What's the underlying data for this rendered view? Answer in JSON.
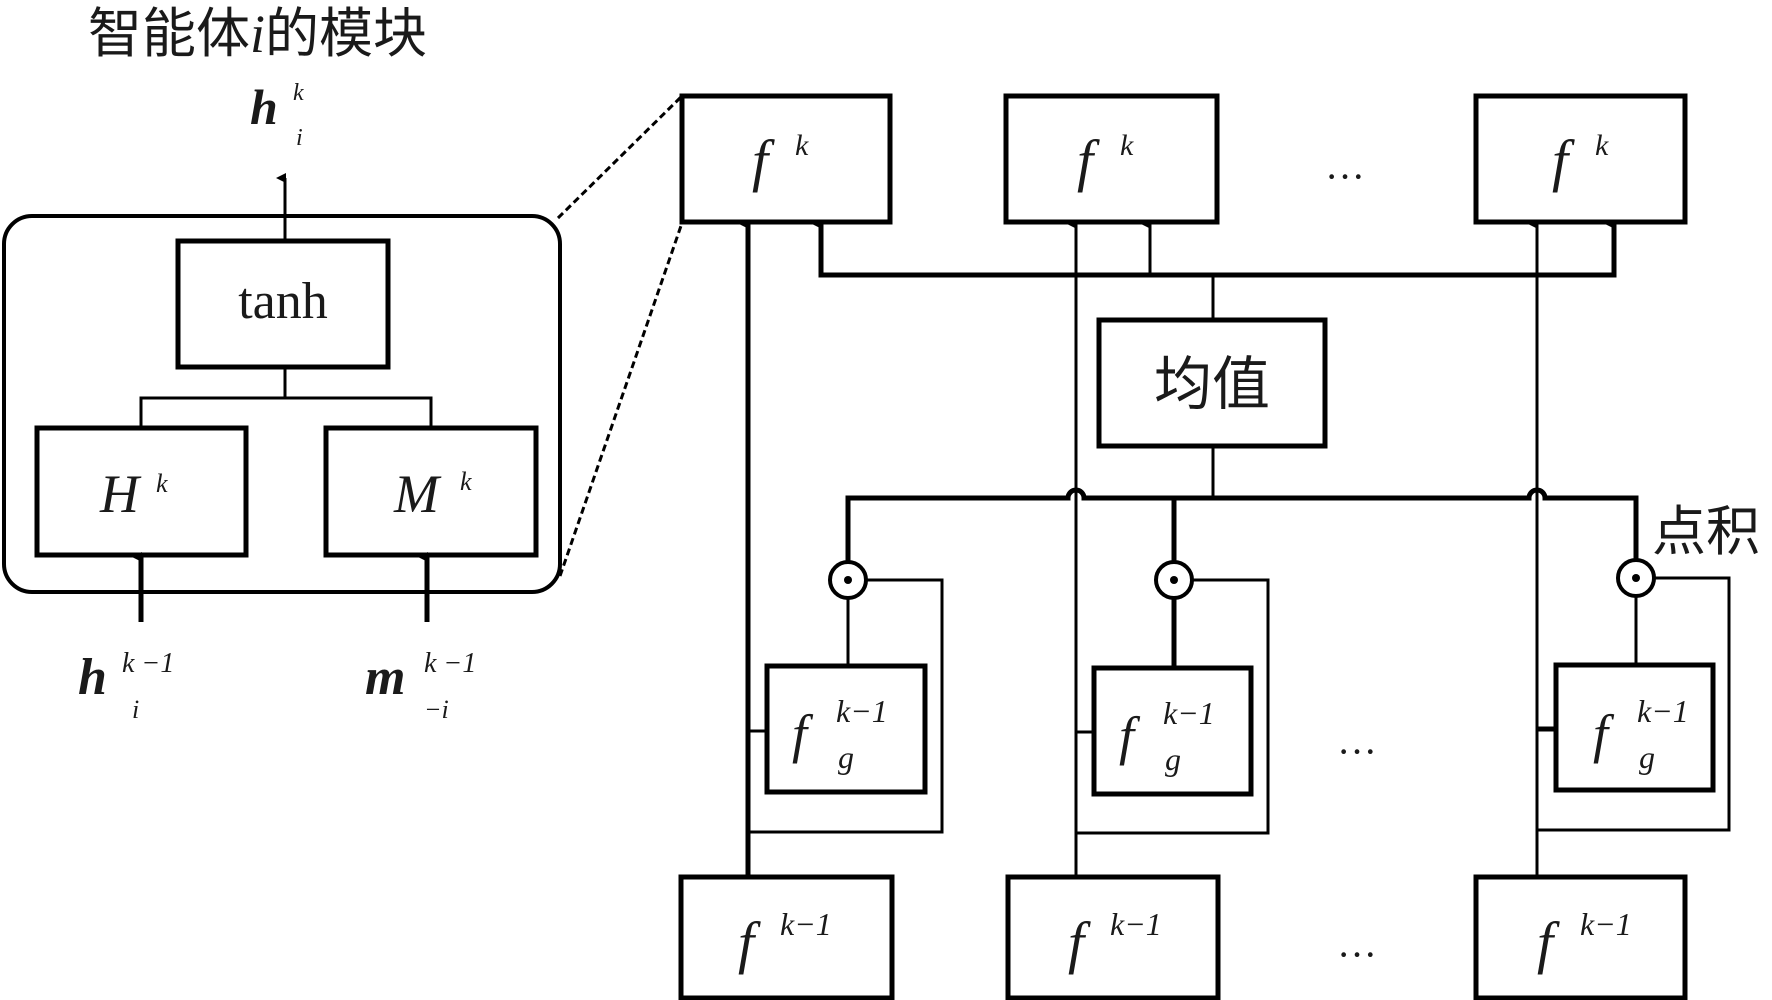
{
  "module": {
    "title_pre": "智能体",
    "title_var": "i",
    "title_post": "的模块",
    "output_label": {
      "base": "h",
      "sup": "k",
      "sub": "i"
    },
    "tanh_label": "tanh",
    "H_label": {
      "base": "H",
      "sup": "k"
    },
    "M_label": {
      "base": "M",
      "sup": "k"
    },
    "input_h": {
      "base": "h",
      "sup": "k −1",
      "sub": "i"
    },
    "input_m": {
      "base": "m",
      "sup": "k  −1",
      "sub": "−i"
    }
  },
  "network": {
    "top_boxes": [
      {
        "base": "f",
        "sup": "k"
      },
      {
        "base": "f",
        "sup": "k"
      },
      {
        "base": "f",
        "sup": "k"
      }
    ],
    "gate_boxes": [
      {
        "base": "f",
        "sup": "k−1",
        "sub": "g"
      },
      {
        "base": "f",
        "sup": "k−1",
        "sub": "g"
      },
      {
        "base": "f",
        "sup": "k−1",
        "sub": "g"
      }
    ],
    "bottom_boxes": [
      {
        "base": "f",
        "sup": "k−1"
      },
      {
        "base": "f",
        "sup": "k−1"
      },
      {
        "base": "f",
        "sup": "k−1"
      }
    ],
    "mean_label": "均值",
    "dot_product_label": "点积",
    "dot_product_symbol": "⊙",
    "ellipsis": "···"
  }
}
